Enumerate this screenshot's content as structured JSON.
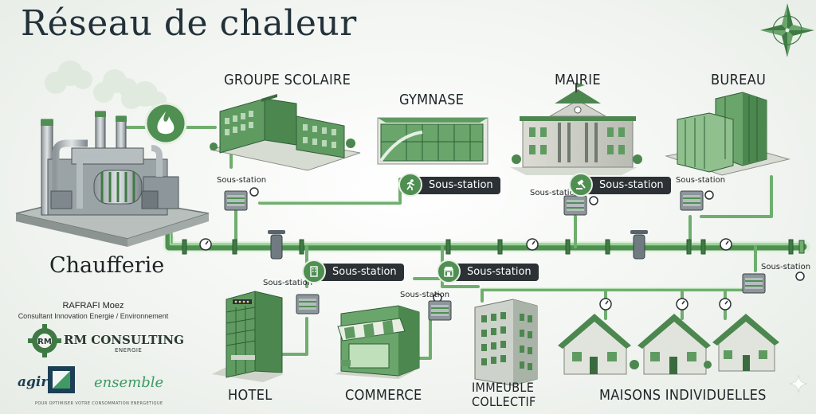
{
  "title": "Réseau de chaleur",
  "plant_label": "Chaufferie",
  "buildings": {
    "groupe_scolaire": "GROUPE SCOLAIRE",
    "gymnase": "GYMNASE",
    "mairie": "MAIRIE",
    "bureau": "BUREAU",
    "hotel": "HOTEL",
    "commerce": "COMMERCE",
    "immeuble_line1": "IMMEUBLE",
    "immeuble_line2": "COLLECTIF",
    "maisons": "MAISONS INDIVIDUELLES"
  },
  "substation_label": "Sous-station",
  "author": {
    "name": "RAFRAFI Moez",
    "role": "Consultant Innovation Energie / Environnement"
  },
  "logo_rm": {
    "name": "RM CONSULTING",
    "tagline": "ENERGIE"
  },
  "logo_agir": {
    "word1": "agir",
    "word2": "ensemble",
    "tagline": "POUR OPTIMISER VOTRE CONSOMMATION ENERGETIQUE"
  },
  "icons": [
    "compass-rose-icon",
    "flame-icon",
    "runner-icon",
    "gavel-icon",
    "building-icon",
    "shop-icon",
    "sparkle-icon"
  ],
  "colors": {
    "pipe": "#5e9e5f",
    "pipe_glow": "#bfe5b8",
    "building_green": "#5f9b61",
    "building_dark": "#2f5e36",
    "pill_bg": "#2b3134",
    "title": "#22313a"
  }
}
